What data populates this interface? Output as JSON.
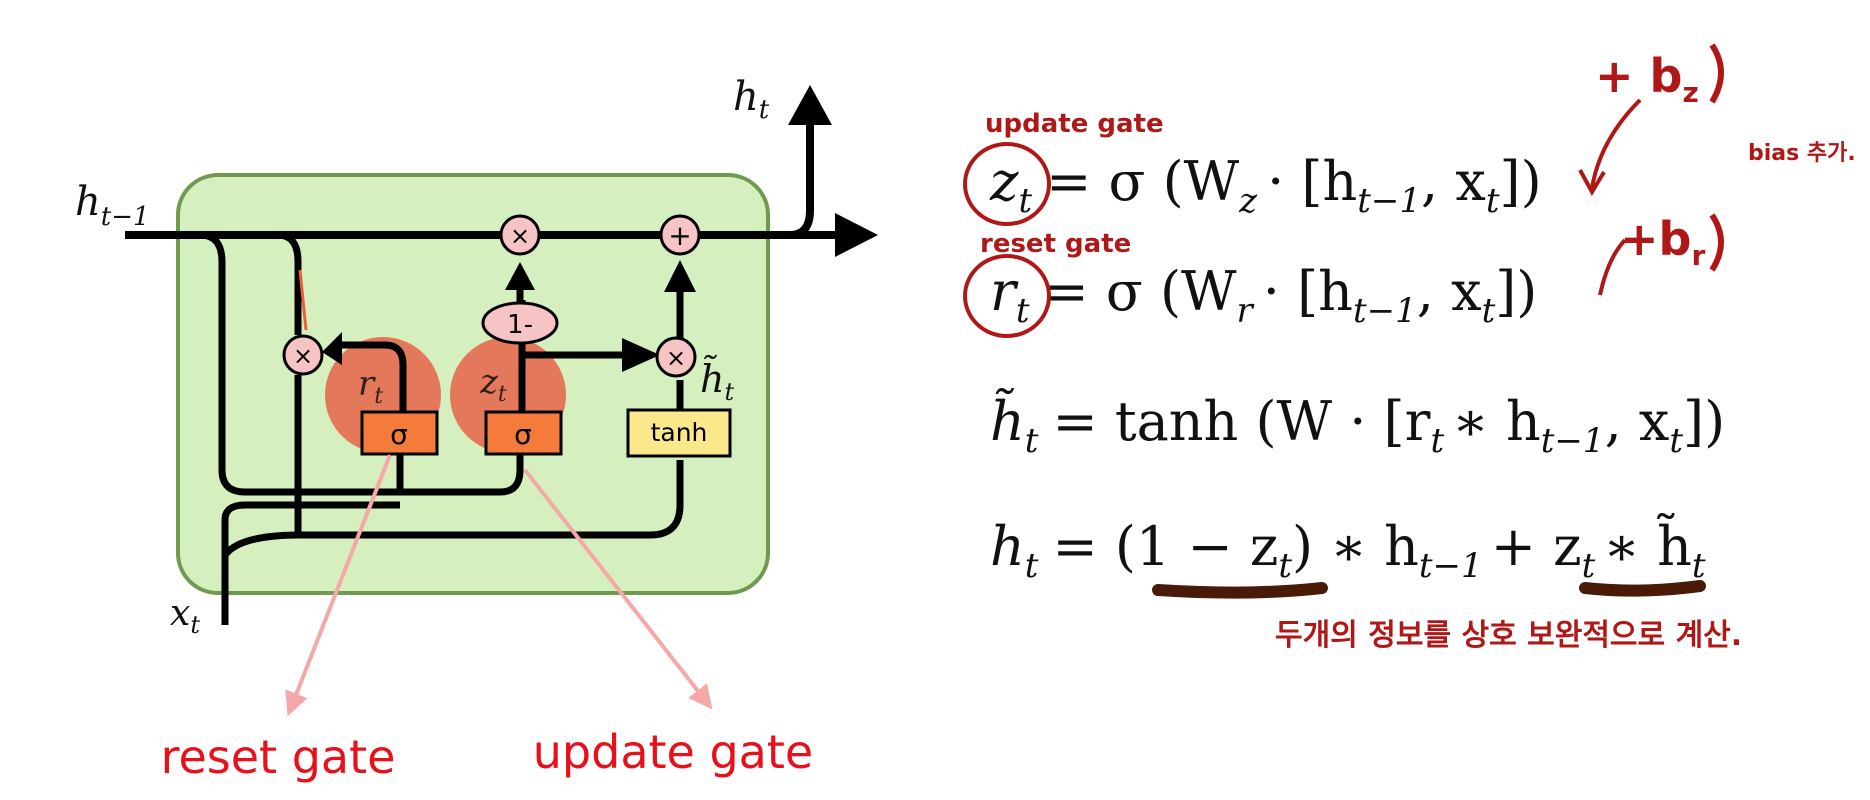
{
  "diagram": {
    "cell_color": "#d5efbf",
    "cell_border": "#6f9a4f",
    "gate_highlight": "#e8503a",
    "sigma_box_color": "#f47b3a",
    "tanh_box_color": "#fbe88a",
    "op_circle_color": "#f6c4c4",
    "labels": {
      "h_prev": "h",
      "h_prev_sub": "t−1",
      "x": "x",
      "x_sub": "t",
      "h_out": "h",
      "h_out_sub": "t",
      "r": "r",
      "r_sub": "t",
      "z": "z",
      "z_sub": "t",
      "h_tilde": "h̃",
      "h_tilde_sub": "t"
    },
    "ops": {
      "multiply": "×",
      "plus": "+",
      "one_minus": "1-",
      "sigma": "σ",
      "tanh": "tanh"
    },
    "captions": {
      "reset": "reset gate",
      "update": "update gate"
    }
  },
  "equations": {
    "eq1": {
      "lhs": "z",
      "lhs_sub": "t",
      "rhs": "= σ (W",
      "w_sub": "z",
      "tail": "· [h",
      "h_sub": "t−1",
      "end": ", x",
      "x_sub": "t",
      "close": "])"
    },
    "eq2": {
      "lhs": "r",
      "lhs_sub": "t",
      "rhs": "= σ (W",
      "w_sub": "r",
      "tail": "· [h",
      "h_sub": "t−1",
      "end": ", x",
      "x_sub": "t",
      "close": "])"
    },
    "eq3": {
      "text": "h̃",
      "sub": "t",
      "rest": "= tanh (W · [r",
      "r_sub": "t",
      "mid": "∗ h",
      "h_sub": "t−1",
      "end": ", x",
      "x_sub": "t",
      "close": "])"
    },
    "eq4": {
      "text": "h",
      "sub": "t",
      "p1": "= (1 − z",
      "z_sub": "t",
      "p2": ") ∗ h",
      "h_sub": "t−1",
      "p3": "+ z",
      "z2_sub": "t",
      "p4": "∗ h̃",
      "ht_sub": "t"
    }
  },
  "annotations": {
    "update_gate_note": "update gate",
    "reset_gate_note": "reset gate",
    "bias_z": "+ b",
    "bias_z_sub": "z",
    "bias_r": "+b",
    "bias_r_sub": "r",
    "bias_note": "bias 추가.",
    "bottom_note": "두개의 정보를 상호 보완적으로 계산.",
    "ink_color": "#b01818",
    "underline_color": "#4a1a08"
  }
}
